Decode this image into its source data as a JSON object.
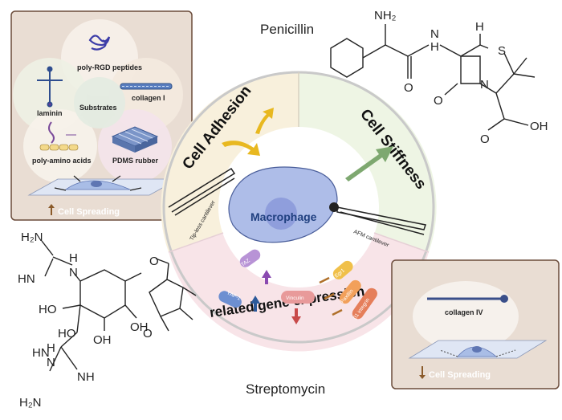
{
  "titles": {
    "penicillin": "Penicillin",
    "streptomycin": "Streptomycin"
  },
  "sections": {
    "cell_adhesion": "Cell Adhesion",
    "cell_stiffness": "Cell Stiffness",
    "related_gene_expression": "related gene expression"
  },
  "center": {
    "macrophage": "Macrophage",
    "tipless_cantilever": "Tip-less cantilever",
    "afm_cantilever": "AFM cantilever"
  },
  "substrate_panel": {
    "poly_rgd": "poly-RGD peptides",
    "laminin": "laminin",
    "substrates": "Substrates",
    "collagen_i": "collagen I",
    "poly_amino_acids": "poly-amino acids",
    "pdms_rubber": "PDMS rubber",
    "cell_spreading_up": "Cell Spreading"
  },
  "collagen_panel": {
    "collagen_iv": "collagen IV",
    "cell_spreading_down": "Cell Spreading"
  },
  "genes": {
    "taz": "TAZ",
    "yap1": "YAP-1",
    "vinculin": "Vinculin",
    "egr1": "Egr1",
    "paxillin": "Paxillin",
    "b1_integrin": "β1 integrin"
  },
  "chemistry": {
    "penicillin_nh2": "NH₂",
    "penicillin_h_left": "H",
    "penicillin_n_left": "N",
    "penicillin_h_top": "H",
    "penicillin_s": "S",
    "penicillin_n_ring": "N",
    "penicillin_o_amide": "O",
    "penicillin_o_lactam": "O",
    "penicillin_o_acid": "O",
    "penicillin_oh": "OH",
    "strep_h2n_top": "H₂N",
    "strep_hn": "HN",
    "strep_h_nh_top": "H",
    "strep_n_top": "N",
    "strep_ho_1": "HO",
    "strep_oh_1": "OH",
    "strep_ho_2": "HO",
    "strep_oh_2": "OH",
    "strep_hn_bottom": "HN",
    "strep_h_bottom": "H",
    "strep_n_bottom": "N",
    "strep_nh": "NH",
    "strep_h2n_bottom": "H₂N",
    "strep_o": "O",
    "strep_o_ring": "O"
  },
  "colors": {
    "adhesion_sector": "#f8f0dc",
    "stiffness_sector": "#eef5e4",
    "gene_sector": "#f8e4e8",
    "panel_bg": "#e9ddd3",
    "panel_border": "#6b4c3b",
    "taz": "#b893d6",
    "yap1": "#6d8fd1",
    "vinculin": "#e89a9a",
    "egr1": "#f0c04a",
    "paxillin": "#f2a05a",
    "b1_integrin": "#e57e5a",
    "macrophage": "#aebde8",
    "nucleus": "#8f9edc"
  }
}
